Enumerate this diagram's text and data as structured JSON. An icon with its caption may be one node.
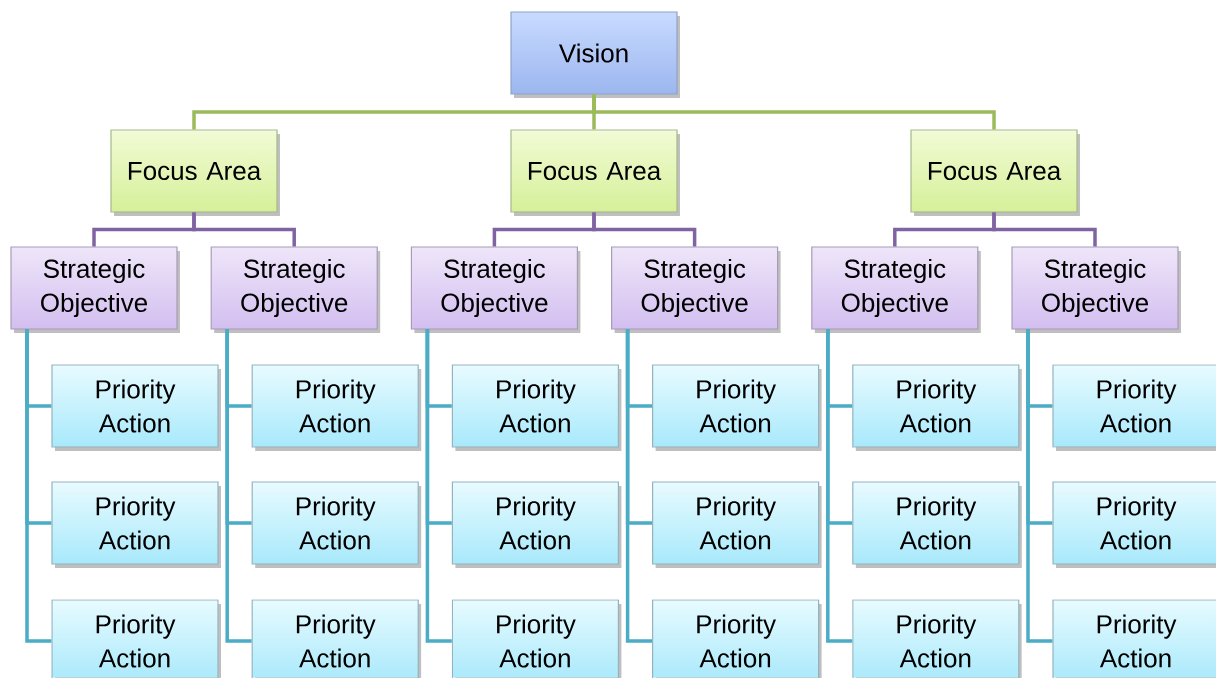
{
  "diagram": {
    "nodes": [
      {
        "text": [
          "Vision"
        ]
      },
      {
        "text": [
          "Focus Area"
        ]
      },
      {
        "text": [
          "Focus Area"
        ]
      },
      {
        "text": [
          "Focus Area"
        ]
      },
      {
        "text": [
          "Strategic Objective"
        ]
      },
      {
        "text": [
          "Strategic Objective"
        ]
      },
      {
        "text": [
          "Strategic Objective"
        ]
      },
      {
        "text": [
          "Strategic Objective"
        ]
      },
      {
        "text": [
          "Strategic Objective"
        ]
      },
      {
        "text": [
          "Strategic Objective"
        ]
      },
      {
        "text": [
          "Priority Action"
        ]
      },
      {
        "text": [
          "Priority Action"
        ]
      },
      {
        "text": [
          "Priority Action"
        ]
      },
      {
        "text": [
          "Priority Action"
        ]
      },
      {
        "text": [
          "Priority Action"
        ]
      },
      {
        "text": [
          "Priority Action"
        ]
      },
      {
        "text": [
          "Priority Action"
        ]
      },
      {
        "text": [
          "Priority Action"
        ]
      },
      {
        "text": [
          "Priority Action"
        ]
      },
      {
        "text": [
          "Priority Action"
        ]
      },
      {
        "text": [
          "Priority Action"
        ]
      },
      {
        "text": [
          "Priority Action"
        ]
      },
      {
        "text": [
          "Priority Action"
        ]
      },
      {
        "text": [
          "Priority Action"
        ]
      },
      {
        "text": [
          "Priority Action"
        ]
      },
      {
        "text": [
          "Priority Action"
        ]
      },
      {
        "text": [
          "Priority Action"
        ]
      },
      {
        "text": [
          "Priority Action"
        ]
      }
    ],
    "edges": [
      {
        "from": 0,
        "to": 1,
        "arrow": "none",
        "color": "#9bbb59"
      },
      {
        "from": 0,
        "to": 2,
        "arrow": "none",
        "color": "#9bbb59"
      },
      {
        "from": 0,
        "to": 3,
        "arrow": "none",
        "color": "#9bbb59"
      },
      {
        "from": 1,
        "to": 4,
        "arrow": "none",
        "color": "#8064a2"
      },
      {
        "from": 1,
        "to": 5,
        "arrow": "none",
        "color": "#8064a2"
      },
      {
        "from": 2,
        "to": 6,
        "arrow": "none",
        "color": "#8064a2"
      },
      {
        "from": 2,
        "to": 7,
        "arrow": "none",
        "color": "#8064a2"
      },
      {
        "from": 3,
        "to": 8,
        "arrow": "none",
        "color": "#8064a2"
      },
      {
        "from": 3,
        "to": 9,
        "arrow": "none",
        "color": "#8064a2"
      },
      {
        "from": 4,
        "to": 10,
        "arrow": "none"
      },
      {
        "from": 4,
        "to": 16,
        "arrow": "none"
      },
      {
        "from": 4,
        "to": 22,
        "arrow": "none"
      },
      {
        "from": 5,
        "to": 11,
        "arrow": "none"
      },
      {
        "from": 5,
        "to": 17,
        "arrow": "none"
      },
      {
        "from": 5,
        "to": 23,
        "arrow": "none"
      },
      {
        "from": 6,
        "to": 12,
        "arrow": "none"
      },
      {
        "from": 6,
        "to": 18,
        "arrow": "none"
      },
      {
        "from": 6,
        "to": 24,
        "arrow": "none"
      },
      {
        "from": 7,
        "to": 13,
        "arrow": "none"
      },
      {
        "from": 7,
        "to": 19,
        "arrow": "none"
      },
      {
        "from": 7,
        "to": 25,
        "arrow": "none"
      },
      {
        "from": 8,
        "to": 14,
        "arrow": "none"
      },
      {
        "from": 8,
        "to": 20,
        "arrow": "none"
      },
      {
        "from": 8,
        "to": 26,
        "arrow": "none"
      },
      {
        "from": 9,
        "to": 15,
        "arrow": "none"
      },
      {
        "from": 9,
        "to": 21,
        "arrow": "none"
      },
      {
        "from": 9,
        "to": 27,
        "arrow": "none"
      }
    ]
  }
}
